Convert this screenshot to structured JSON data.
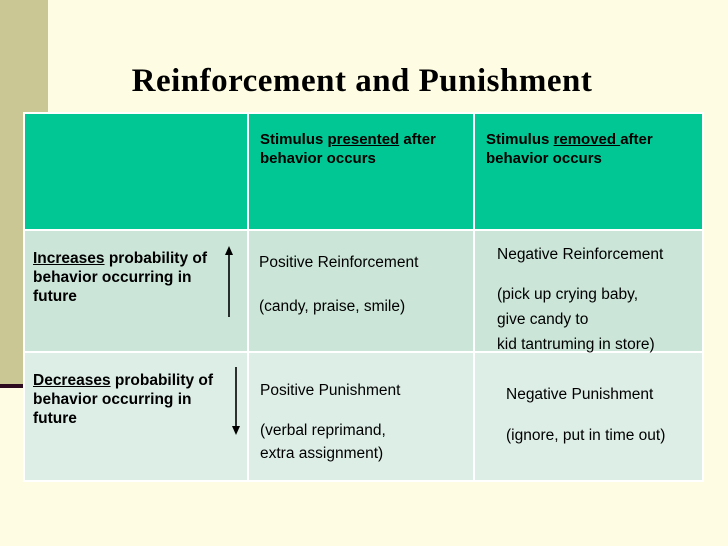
{
  "title": "Reinforcement and Punishment",
  "colors": {
    "background": "#FEFCE2",
    "sidebar_tan": "#CBC795",
    "accent_line": "#2E0A1E",
    "header_bg": "#00C794",
    "row2_bg": "#CBE5D8",
    "row3_bg": "#DDEEE7"
  },
  "table": {
    "header": {
      "presented": {
        "prefix": "Stimulus ",
        "underlined": "presented",
        "suffix": " after behavior occurs"
      },
      "removed": {
        "prefix": "Stimulus ",
        "underlined": "removed ",
        "suffix": "after behavior occurs"
      }
    },
    "rows": {
      "increase": {
        "label": {
          "underlined": "Increases",
          "rest": " probability of behavior occurring in future"
        },
        "positive": {
          "name": "Positive Reinforcement",
          "examples": [
            "(candy, praise, smile)"
          ]
        },
        "negative": {
          "name": "Negative Reinforcement",
          "examples": [
            "(pick up crying baby,",
            "give candy to",
            "kid tantruming in store)"
          ]
        }
      },
      "decrease": {
        "label": {
          "underlined": "Decreases",
          "rest": " probability of behavior occurring in future"
        },
        "positive": {
          "name": "Positive Punishment",
          "examples": [
            "(verbal reprimand,",
            "extra assignment)"
          ]
        },
        "negative": {
          "name": "Negative Punishment",
          "examples": [
            "(ignore, put in time out)"
          ]
        }
      }
    }
  }
}
